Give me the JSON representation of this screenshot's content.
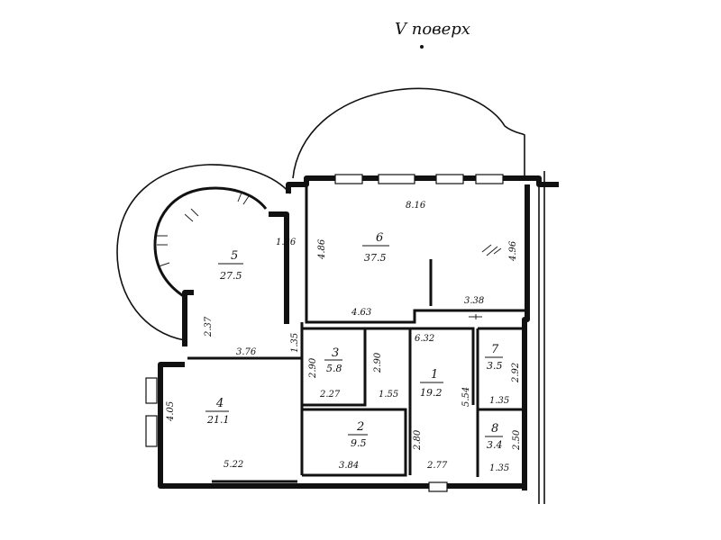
{
  "floor_title": "V поверх",
  "rooms": [
    {
      "number": "1",
      "area": "19.2"
    },
    {
      "number": "2",
      "area": "9.5"
    },
    {
      "number": "3",
      "area": "5.8"
    },
    {
      "number": "4",
      "area": "21.1"
    },
    {
      "number": "5",
      "area": "27.5"
    },
    {
      "number": "6",
      "area": "37.5"
    },
    {
      "number": "7",
      "area": "3.5"
    },
    {
      "number": "8",
      "area": "3.4"
    }
  ],
  "dimensions": {
    "d_816": "8.16",
    "d_486_left": "4.86",
    "d_496_right": "4.96",
    "d_463": "4.63",
    "d_338": "3.38",
    "d_136": "1.36",
    "d_237": "2.37",
    "d_376": "3.76",
    "d_135": "1.35",
    "d_290_r3": "2.90",
    "d_227": "2.27",
    "d_290_r1": "2.90",
    "d_632": "6.32",
    "d_155": "1.55",
    "d_554": "5.54",
    "d_292": "2.92",
    "d_135_r7": "1.35",
    "d_250": "2.50",
    "d_135_r8": "1.35",
    "d_405": "4.05",
    "d_522": "5.22",
    "d_280": "2.80",
    "d_384": "3.84",
    "d_277": "2.77"
  }
}
